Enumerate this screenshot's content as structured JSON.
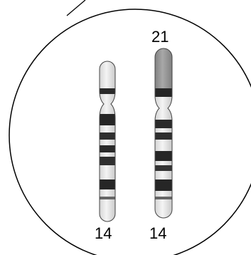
{
  "labels": {
    "top": "21",
    "bottom_left": "14",
    "bottom_right": "14"
  },
  "colors": {
    "outline": "#000000",
    "chromosome_light": "#e6e6e6",
    "chromosome_band": "#2a2a2a",
    "chromosome_gray": "#9a9a9a"
  }
}
